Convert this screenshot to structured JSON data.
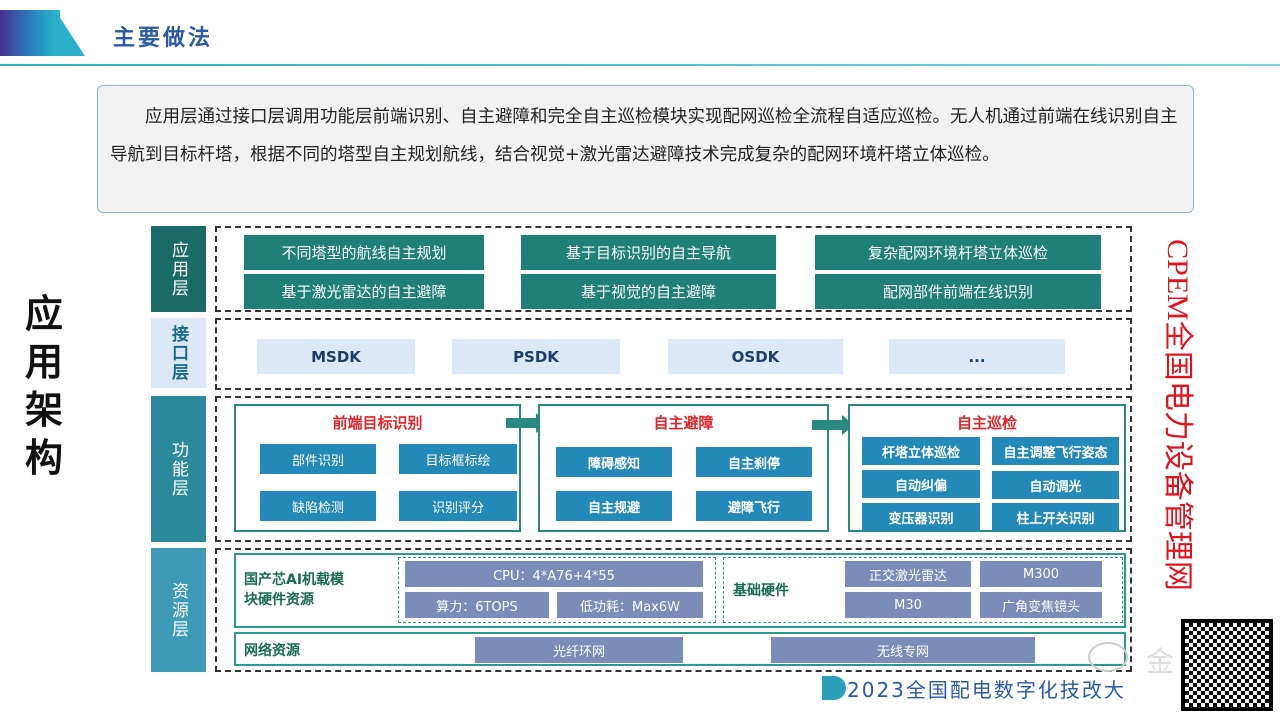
{
  "header": {
    "title": "主要做法"
  },
  "intro": "应用层通过接口层调用功能层前端识别、自主避障和完全自主巡检模块实现配网巡检全流程自适应巡检。无人机通过前端在线识别自主导航到目标杆塔，根据不同的塔型自主规划航线，结合视觉+激光雷达避障技术完成复杂的配网环境杆塔立体巡检。",
  "side_title": "应用架构",
  "layers": {
    "app": "应用层",
    "interface": "接口层",
    "function": "功能层",
    "resource": "资源层"
  },
  "app_items": [
    "不同塔型的航线自主规划",
    "基于目标识别的自主导航",
    "复杂配网环境杆塔立体巡检",
    "基于激光雷达的自主避障",
    "基于视觉的自主避障",
    "配网部件前端在线识别"
  ],
  "interface_items": [
    "MSDK",
    "PSDK",
    "OSDK",
    "..."
  ],
  "function": {
    "front": {
      "title": "前端目标识别",
      "items": [
        "部件识别",
        "目标框标绘",
        "缺陷检测",
        "识别评分"
      ]
    },
    "avoid": {
      "title": "自主避障",
      "items": [
        "障碍感知",
        "自主刹停",
        "自主规避",
        "避障飞行"
      ]
    },
    "inspect": {
      "title": "自主巡检",
      "items": [
        "杆塔立体巡检",
        "自主调整飞行姿态",
        "自动纠偏",
        "自动调光",
        "变压器识别",
        "柱上开关识别"
      ]
    }
  },
  "resource": {
    "ai_label": "国产芯AI机载模块硬件资源",
    "ai_items": [
      "CPU：4*A76+4*55",
      "算力：6TOPS",
      "低功耗：Max6W"
    ],
    "hw_label": "基础硬件",
    "hw_items": [
      "正交激光雷达",
      "M300",
      "M30",
      "广角变焦镜头"
    ],
    "net_label": "网络资源",
    "net_items": [
      "光纤环网",
      "无线专网"
    ]
  },
  "watermark": "CPEM全国电力设备管理网",
  "footer": "2023全国配电数字化技改大",
  "wechat_mark": "金"
}
